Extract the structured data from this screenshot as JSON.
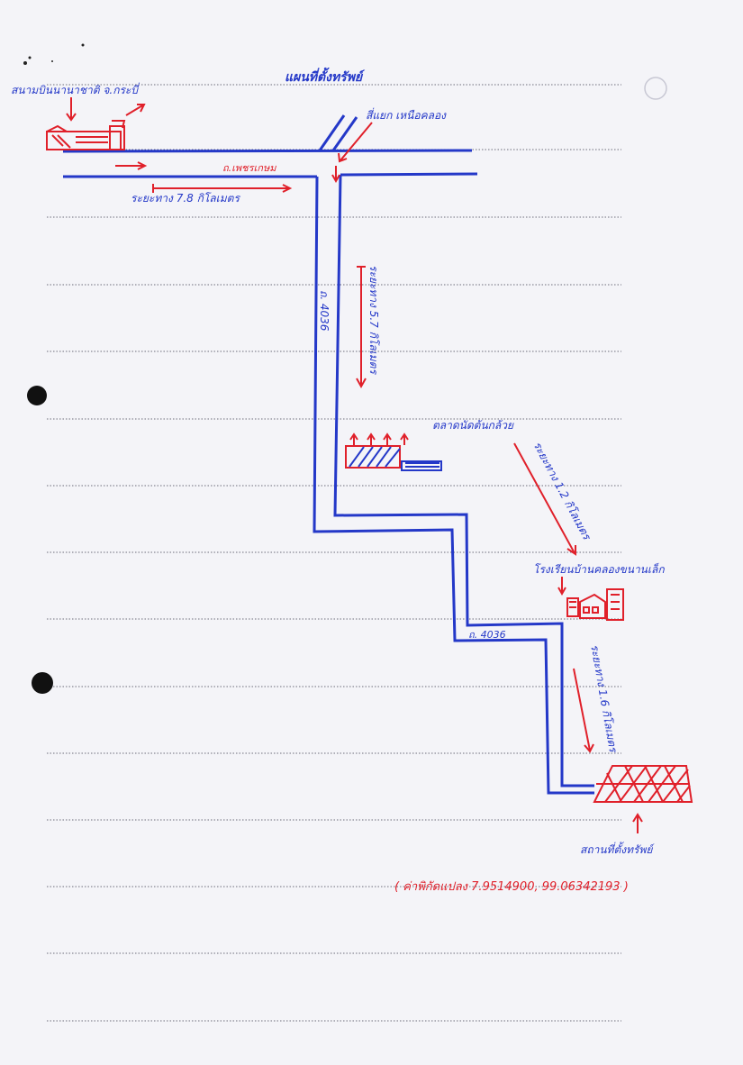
{
  "colors": {
    "paper": "#f4f4f8",
    "ruled_line": "#6b6b7a",
    "road_blue": "#2438c8",
    "accent_red": "#e0202a",
    "hole": "#111111"
  },
  "map": {
    "title": "แผนที่ตั้งทรัพย์",
    "labels": {
      "airport": "สนามบินนานาชาติ จ.กระบี่",
      "junction": "สี่แยก เหนือคลอง",
      "road_main": "ถ.เพชรเกษม",
      "distance_1": "ระยะทาง 7.8 กิโลเมตร",
      "route_a": "ถ. 4036",
      "distance_2": "ระยะทาง 5.7 กิโลเมตร",
      "market": "ตลาดนัดต้นกล้วย",
      "distance_3": "ระยะทาง 1.2 กิโลเมตร",
      "school": "โรงเรียนบ้านคลองขนานเล็ก",
      "route_b": "ถ. 4036",
      "distance_4": "ระยะทาง 1.6 กิโลเมตร",
      "property": "สถานที่ตั้งทรัพย์",
      "coordinates": "( ค่าพิกัดแปลง  7.9514900, 99.06342193 )"
    },
    "icons": [
      "airport-icon",
      "market-icon",
      "school-icon",
      "property-icon"
    ]
  }
}
